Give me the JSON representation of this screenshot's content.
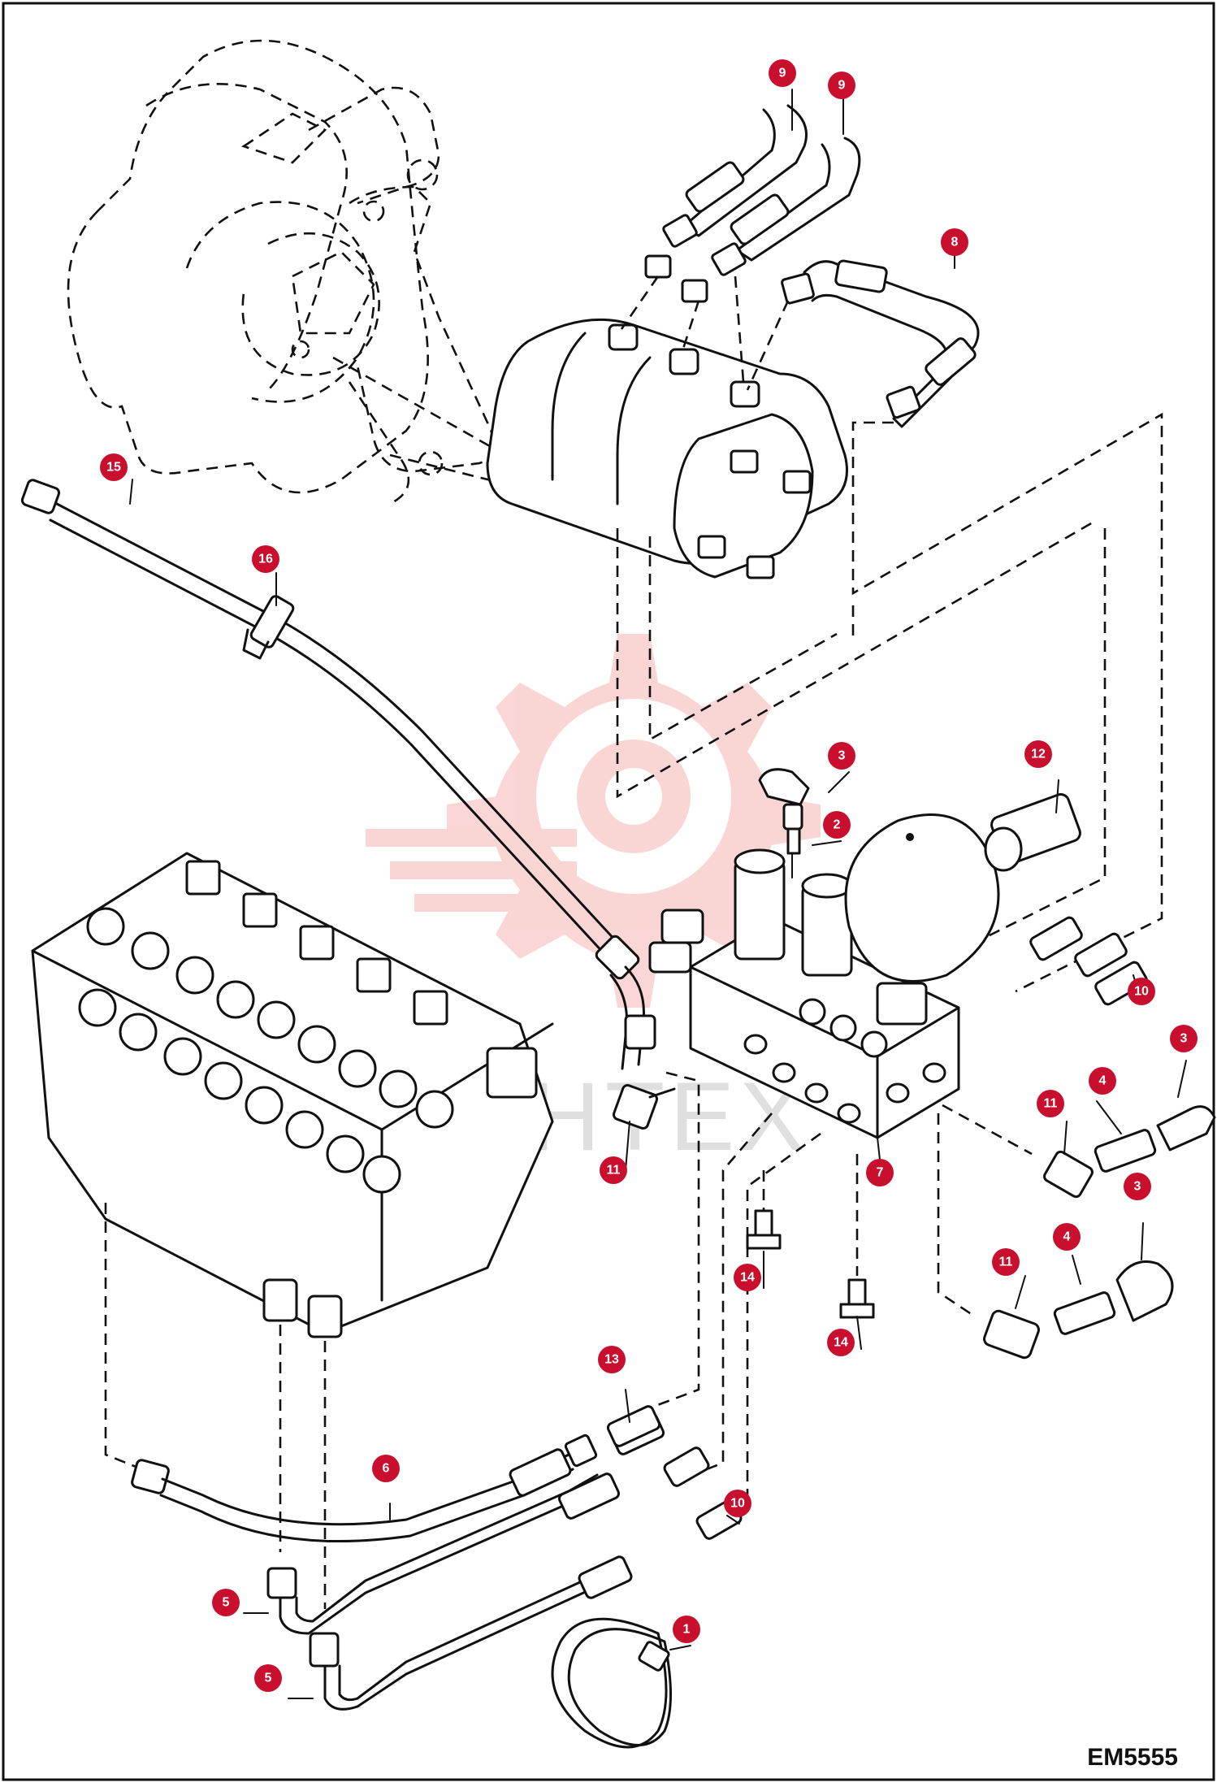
{
  "diagram": {
    "code": "EM5555",
    "watermark_text": "ИНТЕХ",
    "callouts": [
      {
        "id": "c15",
        "num": "15"
      },
      {
        "id": "c16",
        "num": "16"
      },
      {
        "id": "c9a",
        "num": "9"
      },
      {
        "id": "c9b",
        "num": "9"
      },
      {
        "id": "c8",
        "num": "8"
      },
      {
        "id": "c3a",
        "num": "3"
      },
      {
        "id": "c2",
        "num": "2"
      },
      {
        "id": "c12",
        "num": "12"
      },
      {
        "id": "c10a",
        "num": "10"
      },
      {
        "id": "c3b",
        "num": "3"
      },
      {
        "id": "c4a",
        "num": "4"
      },
      {
        "id": "c11a",
        "num": "11"
      },
      {
        "id": "c11b",
        "num": "11"
      },
      {
        "id": "c7",
        "num": "7"
      },
      {
        "id": "c3c",
        "num": "3"
      },
      {
        "id": "c4b",
        "num": "4"
      },
      {
        "id": "c11c",
        "num": "11"
      },
      {
        "id": "c14a",
        "num": "14"
      },
      {
        "id": "c14b",
        "num": "14"
      },
      {
        "id": "c13",
        "num": "13"
      },
      {
        "id": "c6",
        "num": "6"
      },
      {
        "id": "c10b",
        "num": "10"
      },
      {
        "id": "c5a",
        "num": "5"
      },
      {
        "id": "c1",
        "num": "1"
      },
      {
        "id": "c5b",
        "num": "5"
      }
    ]
  },
  "colors": {
    "callout_fill": "#c8102e",
    "line": "#111111",
    "watermark": "#e2231a"
  }
}
